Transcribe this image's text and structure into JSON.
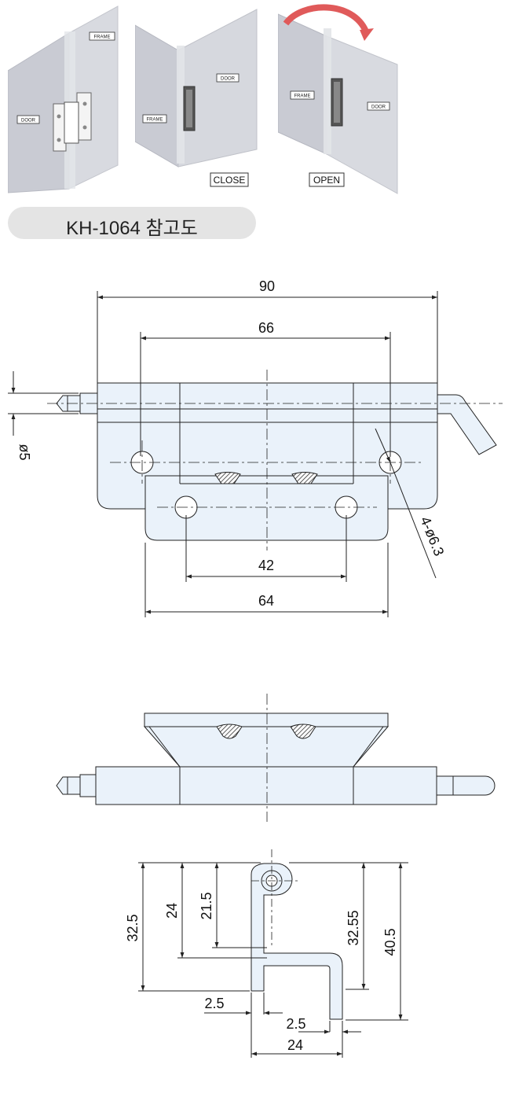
{
  "reference": {
    "title": "KH-1064 참고도",
    "panels": [
      {
        "labels": [
          "FRAME",
          "DOOR"
        ]
      },
      {
        "labels": [
          "DOOR",
          "FRAME"
        ],
        "caption": "CLOSE"
      },
      {
        "labels": [
          "FRAME",
          "DOOR"
        ],
        "caption": "OPEN"
      }
    ]
  },
  "front_view": {
    "dims": {
      "overall_width": "90",
      "inner_width": "66",
      "pin_dia": "ø5",
      "holes": "4-ø6.3",
      "hole_pitch": "42",
      "plate_width": "64"
    }
  },
  "side_view": {
    "dims": {
      "d1": "32.5",
      "d2": "24",
      "d3": "21.5",
      "d4": "32.55",
      "d5": "40.5",
      "t1": "2.5",
      "t2": "2.5",
      "w": "24"
    }
  },
  "colors": {
    "part_fill": "#eaf2fa",
    "line": "#222222",
    "arrow": "#e05a5a"
  }
}
